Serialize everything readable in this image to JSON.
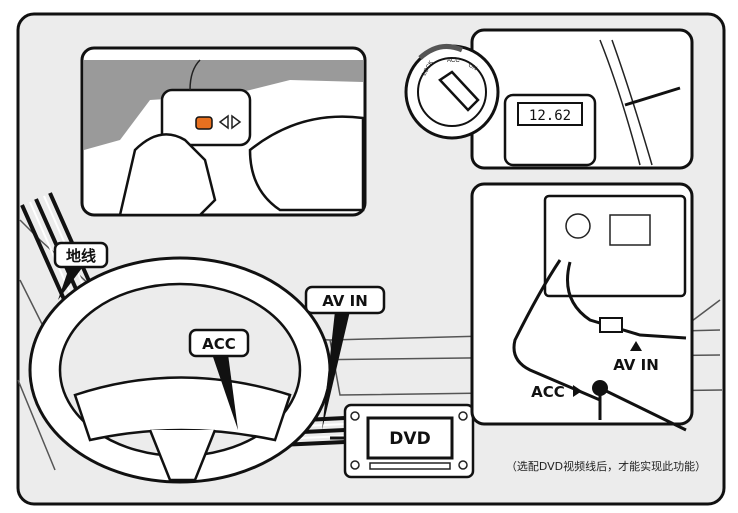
{
  "labels": {
    "ground": "地线",
    "acc_wheel": "ACC",
    "av_in_main": "AV IN",
    "dvd": "DVD",
    "av_in_detail": "AV IN",
    "acc_detail": "ACC"
  },
  "multimeter_reading": "12.62",
  "ignition_marks": [
    "LOCK",
    "ACC",
    "ON"
  ],
  "note": "（选配DVD视频线后，才能实现此功能）"
}
